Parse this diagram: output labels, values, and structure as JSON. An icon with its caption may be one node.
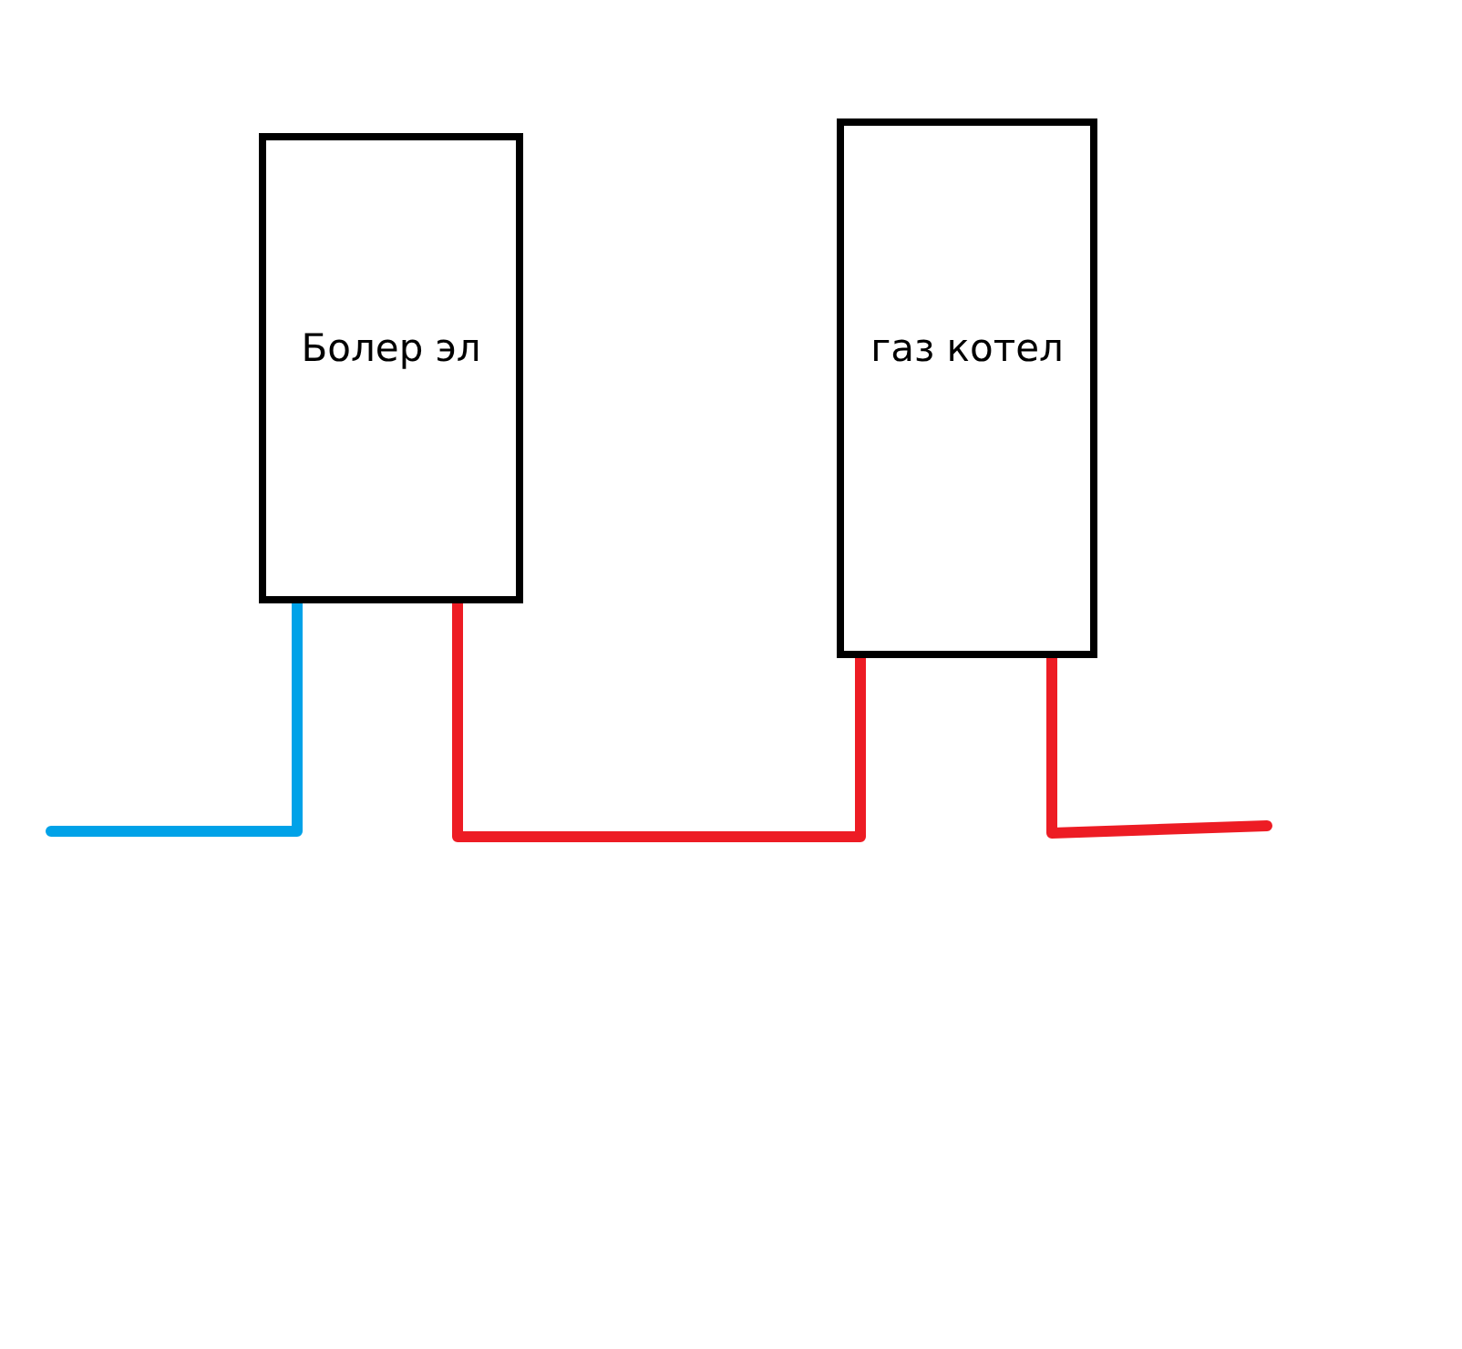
{
  "diagram": {
    "nodes": [
      {
        "text": [
          "Болер эл"
        ]
      },
      {
        "text": [
          "газ котел"
        ]
      }
    ],
    "edges": [
      {
        "from": null,
        "to": 0,
        "arrow": "none",
        "color": "#00a2e8"
      },
      {
        "from": 0,
        "to": 1,
        "arrow": "none"
      },
      {
        "from": 1,
        "to": null,
        "arrow": "none"
      }
    ]
  }
}
